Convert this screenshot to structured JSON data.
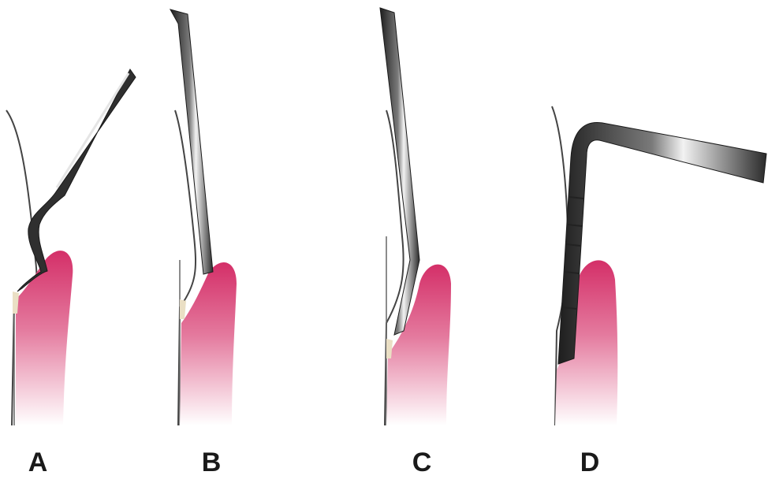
{
  "figure": {
    "panels": [
      {
        "id": "A",
        "label": "A"
      },
      {
        "id": "B",
        "label": "B"
      },
      {
        "id": "C",
        "label": "C"
      },
      {
        "id": "D",
        "label": "D"
      }
    ],
    "colors": {
      "gingiva_top": "#d6336c",
      "gingiva_bottom": "#ffffff",
      "instrument_dark": "#2a2a2a",
      "instrument_light": "#d9d9d9",
      "tooth_outline": "#444444",
      "calculus": "#e8dcc0"
    }
  }
}
